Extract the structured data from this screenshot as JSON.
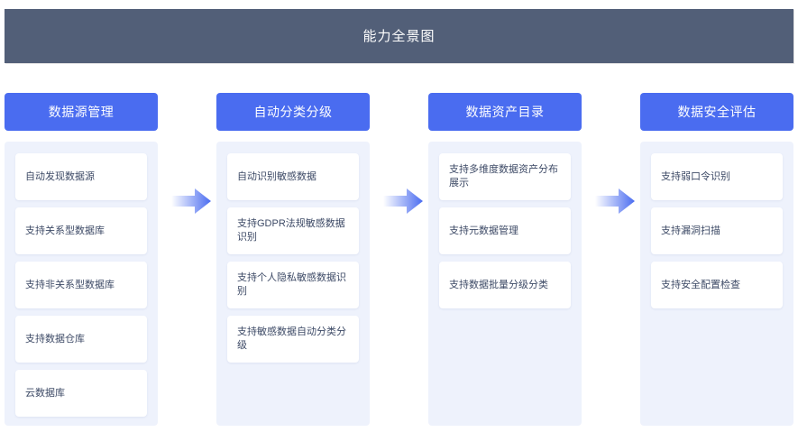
{
  "header": {
    "title": "能力全景图",
    "background_color": "#525f78",
    "text_color": "#ffffff"
  },
  "theme": {
    "canvas_background": "#ffffff",
    "column_header_color": "#4a6cf0",
    "panel_background": "#eef2fc",
    "card_background": "#ffffff",
    "card_text_color": "#3d4a66",
    "arrow_color": "#4a6cf0"
  },
  "columns": [
    {
      "id": "data-source-management",
      "title": "数据源管理",
      "items": [
        "自动发现数据源",
        "支持关系型数据库",
        "支持非关系型数据库",
        "支持数据仓库",
        "云数据库"
      ]
    },
    {
      "id": "auto-classification-grading",
      "title": "自动分类分级",
      "items": [
        "自动识别敏感数据",
        "支持GDPR法规敏感数据识别",
        "支持个人隐私敏感数据识别",
        "支持敏感数据自动分类分级"
      ]
    },
    {
      "id": "data-asset-catalog",
      "title": "数据资产目录",
      "items": [
        "支持多维度数据资产分布展示",
        "支持元数据管理",
        "支持数据批量分级分类"
      ]
    },
    {
      "id": "data-security-assessment",
      "title": "数据安全评估",
      "items": [
        "支持弱口令识别",
        "支持漏洞扫描",
        "支持安全配置检查"
      ]
    }
  ],
  "arrows": [
    {
      "id": "arrow-1",
      "from": "data-source-management",
      "to": "auto-classification-grading"
    },
    {
      "id": "arrow-2",
      "from": "auto-classification-grading",
      "to": "data-asset-catalog"
    },
    {
      "id": "arrow-3",
      "from": "data-asset-catalog",
      "to": "data-security-assessment"
    }
  ]
}
